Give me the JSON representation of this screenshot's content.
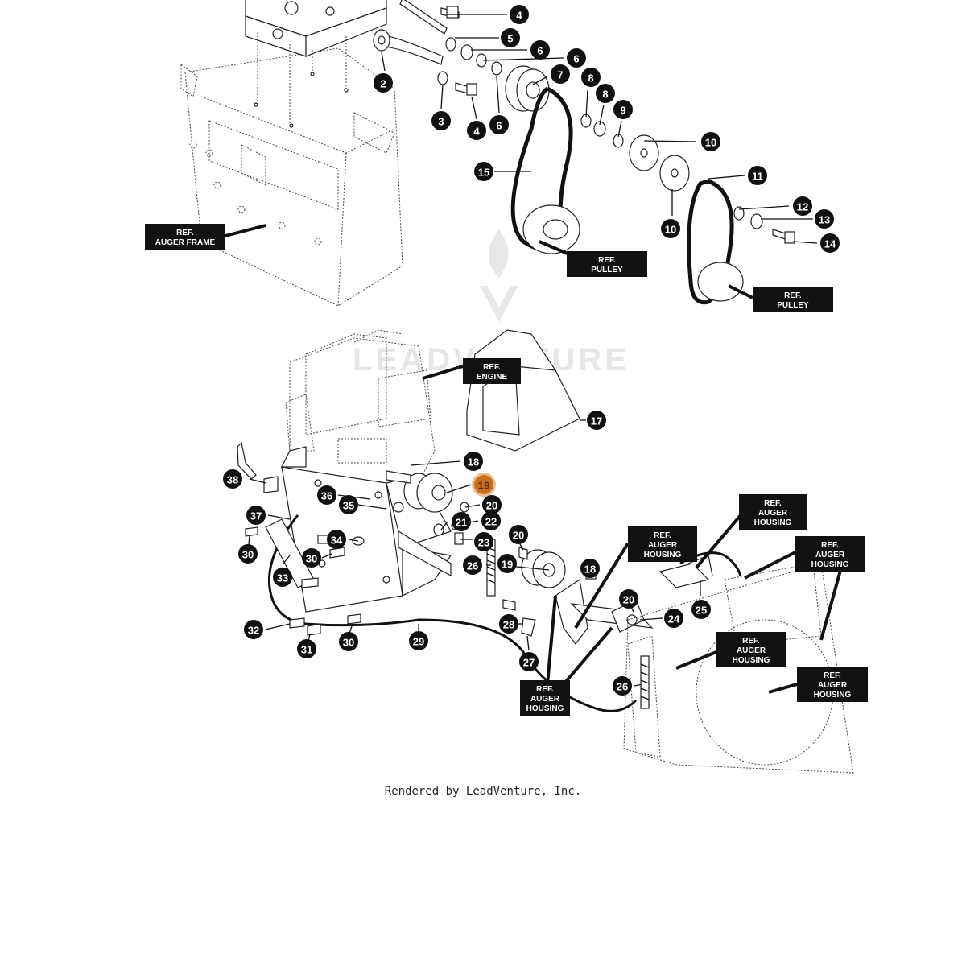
{
  "credit": "Rendered by LeadVenture, Inc.",
  "watermark": "LEADVENTURE",
  "highlight_color": "#c8701c",
  "highlighted_part": "19",
  "ref_labels": [
    [
      "REF.",
      "AUGER FRAME"
    ],
    [
      "REF.",
      "PULLEY"
    ],
    [
      "REF.",
      "PULLEY"
    ],
    [
      "REF.",
      "ENGINE"
    ],
    [
      "REF.",
      "AUGER",
      "HOUSING"
    ],
    [
      "REF.",
      "AUGER",
      "HOUSING"
    ],
    [
      "REF.",
      "AUGER",
      "HOUSING"
    ],
    [
      "REF.",
      "AUGER",
      "HOUSING"
    ],
    [
      "REF.",
      "AUGER",
      "HOUSING"
    ],
    [
      "REF.",
      "AUGER",
      "HOUSING"
    ]
  ],
  "callouts": [
    "4",
    "5",
    "6",
    "6",
    "7",
    "8",
    "8",
    "9",
    "10",
    "10",
    "11",
    "12",
    "13",
    "14",
    "15",
    "2",
    "3",
    "4",
    "6",
    "17",
    "18",
    "19",
    "20",
    "22",
    "21",
    "23",
    "20",
    "19",
    "18",
    "26",
    "36",
    "35",
    "38",
    "37",
    "34",
    "30",
    "30",
    "33",
    "20",
    "24",
    "25",
    "28",
    "32",
    "31",
    "30",
    "29",
    "27",
    "26"
  ]
}
